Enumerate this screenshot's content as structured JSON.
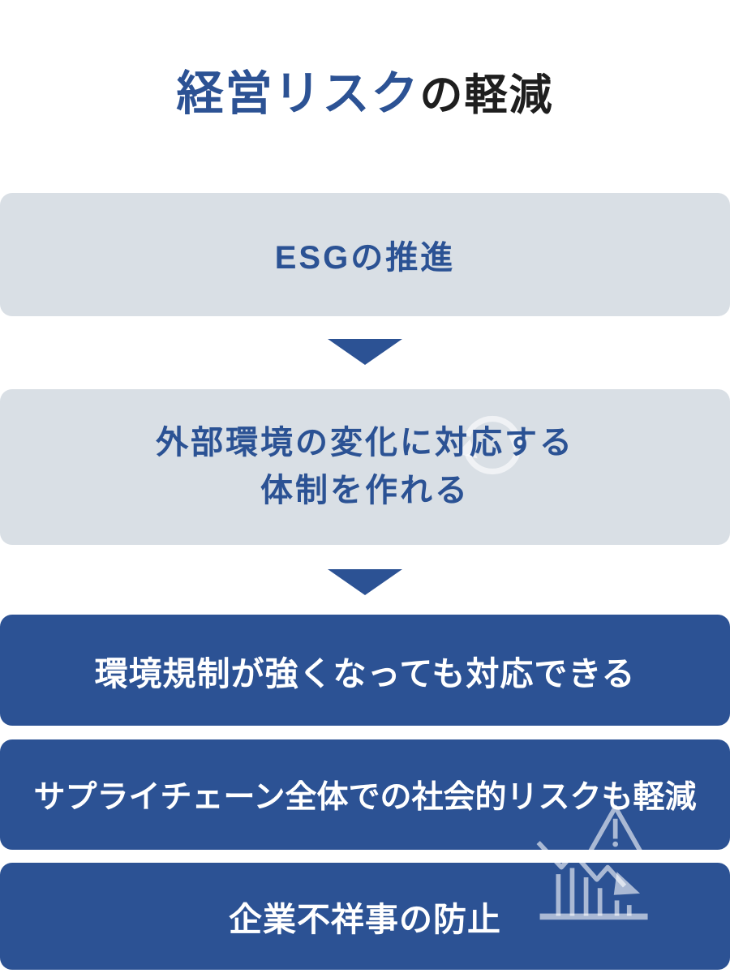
{
  "title": {
    "highlight": "経営リスク",
    "rest": "の軽減"
  },
  "steps": {
    "esg": {
      "label": "ESGの推進",
      "icon": "refresh-cycle-icon"
    },
    "external": {
      "line1": "外部環境の変化に対応する",
      "line2": "体制を作れる",
      "icon": "declining-chart-warning-icon"
    },
    "benefit1": {
      "label": "環境規制が強くなっても対応できる"
    },
    "benefit2": {
      "label": "サプライチェーン全体での社会的リスクも軽減"
    },
    "benefit3": {
      "label": "企業不祥事の防止"
    }
  },
  "colors": {
    "title_highlight": "#2c5294",
    "title_rest": "#1e1e1e",
    "box_gray": "#d9dfe5",
    "box_blue": "#2c5294",
    "box_text_blue": "#2b5294",
    "box_text_white": "#ffffff",
    "arrow": "#2c5294",
    "icon_stroke": "rgba(255,255,255,0.6)"
  }
}
